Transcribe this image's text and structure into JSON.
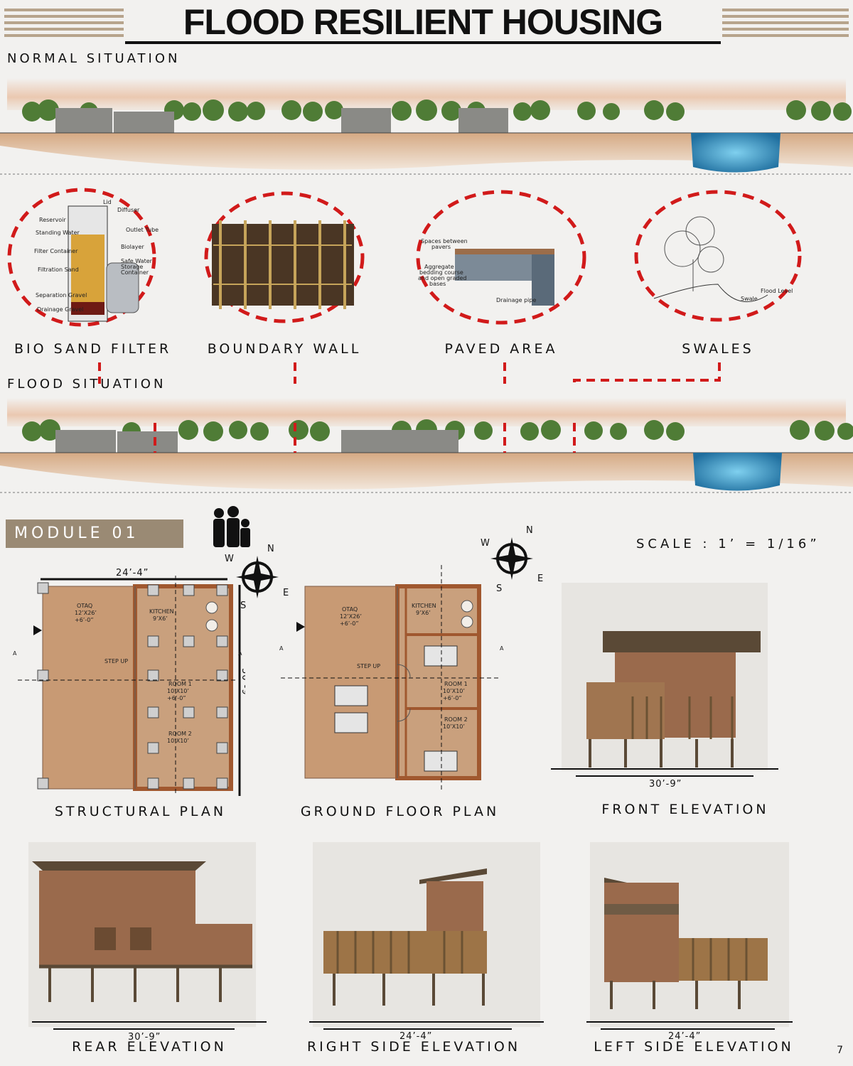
{
  "header": {
    "title": "FLOOD RESILIENT HOUSING"
  },
  "sections": {
    "normal": "NORMAL SITUATION",
    "flood": "FLOOD SITUATION"
  },
  "features": [
    {
      "label": "BIO SAND FILTER"
    },
    {
      "label": "BOUNDARY WALL"
    },
    {
      "label": "PAVED AREA"
    },
    {
      "label": "SWALES"
    }
  ],
  "biosand": {
    "lid": "Lid",
    "diffuser": "Diffuser",
    "reservoir": "Reservoir",
    "standing_water": "Standing Water",
    "outlet_tube": "Outlet Tube",
    "biolayer": "Biolayer",
    "filter_container": "Filter Container",
    "filtration_sand": "Filtration Sand",
    "safe_water": "Safe Water",
    "storage": "Storage",
    "container": "Container",
    "separation_gravel": "Separation Gravel",
    "drainage_gravel": "Drainage Gravel"
  },
  "paved": {
    "spaces": "Spaces between",
    "pavers": "pavers",
    "aggregate": "Aggregate",
    "bedding": "bedding course",
    "open_graded": "and open graded",
    "bases": "bases",
    "drainage_pipe": "Drainage pipe"
  },
  "swale": {
    "swale": "Swale",
    "flood_level": "Flood Level"
  },
  "module": {
    "label": "MODULE 01",
    "scale": "SCALE : 1’ = 1/16”"
  },
  "compass": {
    "n": "N",
    "e": "E",
    "s": "S",
    "w": "W"
  },
  "plan": {
    "width_dim": "24’-4”",
    "depth_dim": "30’-9”",
    "otaq": "OTAQ",
    "otaq_size": "12’X26’",
    "otaq_level": "+6’-0”",
    "kitchen": "KITCHEN",
    "kitchen_size": "9’X6’",
    "step_up": "STEP UP",
    "room1": "ROOM 1",
    "room1_size": "10’X10’",
    "room1_level": "+6’-0”",
    "room2": "ROOM 2",
    "room2_size": "10’X10’",
    "section_mark": "A"
  },
  "drawings": {
    "structural": "STRUCTURAL PLAN",
    "ground": "GROUND FLOOR PLAN",
    "front": "FRONT ELEVATION",
    "rear": "REAR ELEVATION",
    "right": "RIGHT SIDE ELEVATION",
    "left": "LEFT SIDE ELEVATION"
  },
  "elev_dims": {
    "front": "30’-9”",
    "rear": "30’-9”",
    "right": "24’-4”",
    "left": "24’-4”"
  },
  "page_number": "7",
  "colors": {
    "accent": "#b7a48c",
    "mud": "#9a6a4c",
    "red_dash": "#d11a1a",
    "water": "#3f9bc9"
  }
}
